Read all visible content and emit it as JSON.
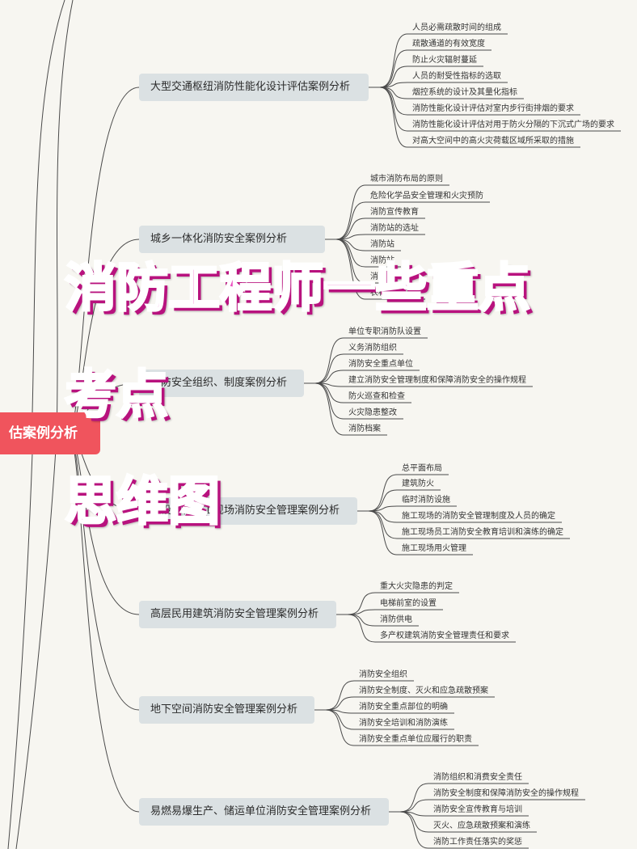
{
  "root": {
    "label": "估案例分析"
  },
  "title": {
    "lines": [
      "消防工程师一些重点",
      "考点",
      "思维图"
    ]
  },
  "branches": [
    {
      "label": "大型交通枢纽消防性能化设计评估案例分析",
      "items": [
        "人员必需疏散时间的组成",
        "疏散通道的有效宽度",
        "防止火灾辐射蔓延",
        "人员的耐受性指标的选取",
        "烟控系统的设计及其量化指标",
        "消防性能化设计评估对室内步行街排烟的要求",
        "消防性能化设计评估对用于防火分隔的下沉式广场的要求",
        "对高大空间中的高火灾荷载区域所采取的措施"
      ]
    },
    {
      "label": "城乡一体化消防安全案例分析",
      "items": [
        "城市消防布局的原则",
        "危险化学品安全管理和火灾预防",
        "消防宣传教育",
        "消防站的选址",
        "消防站",
        "消防站",
        "消防水",
        "农村防火要求"
      ]
    },
    {
      "label": "消防安全组织、制度案例分析",
      "items": [
        "单位专职消防队设置",
        "义务消防组织",
        "消防安全重点单位",
        "建立消防安全管理制度和保障消防安全的操作规程",
        "防火巡查和检查",
        "火灾隐患整改",
        "消防档案"
      ]
    },
    {
      "label": "建设工程施工现场消防安全管理案例分析",
      "items": [
        "总平面布局",
        "建筑防火",
        "临时消防设施",
        "施工现场的消防安全管理制度及人员的确定",
        "施工现场员工消防安全教育培训和演练的确定",
        "施工现场用火管理"
      ]
    },
    {
      "label": "高层民用建筑消防安全管理案例分析",
      "items": [
        "重大火灾隐患的判定",
        "电梯前室的设置",
        "消防供电",
        "多产权建筑消防安全管理责任和要求"
      ]
    },
    {
      "label": "地下空间消防安全管理案例分析",
      "items": [
        "消防安全组织",
        "消防安全制度、灭火和应急疏散预案",
        "消防安全重点部位的明确",
        "消防安全培训和消防演练",
        "消防安全重点单位应履行的职责"
      ]
    },
    {
      "label": "易燃易爆生产、储运单位消防安全管理案例分析",
      "items": [
        "消防组织和消费安全责任",
        "消防安全制度和保障消防安全的操作规程",
        "消防安全宣传教育与培训",
        "灭火、应急疏散预案和演练",
        "消防工作责任落实的奖惩"
      ]
    }
  ]
}
